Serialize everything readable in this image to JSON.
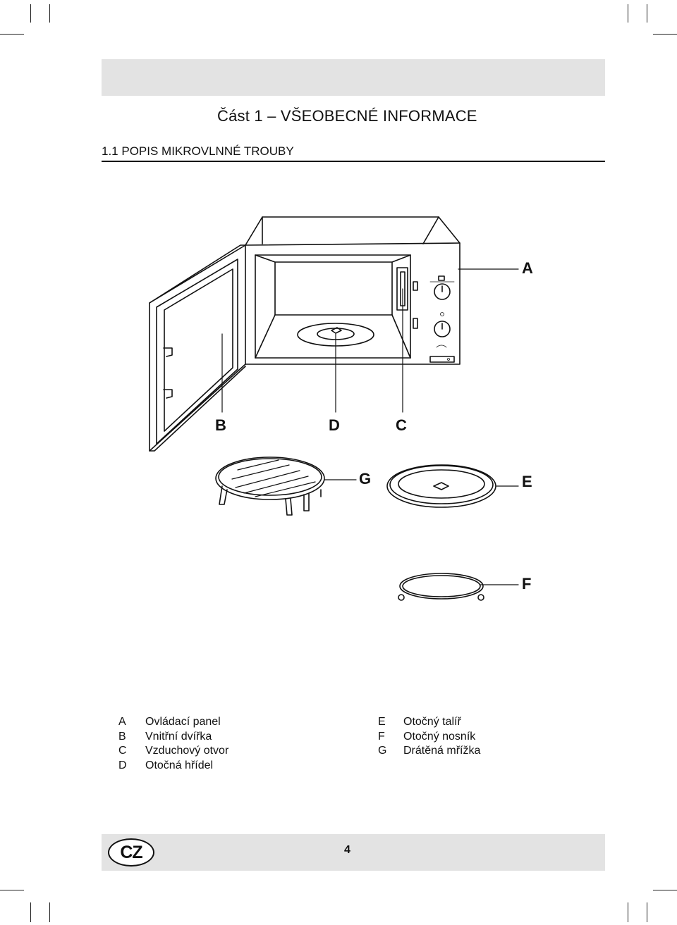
{
  "header": {
    "title": "Část 1 – VŠEOBECNÉ INFORMACE",
    "section": "1.1 POPIS MIKROVLNNÉ TROUBY"
  },
  "figure_labels": {
    "A": "A",
    "B": "B",
    "C": "C",
    "D": "D",
    "E": "E",
    "F": "F",
    "G": "G"
  },
  "legend": {
    "left": [
      {
        "key": "A",
        "text": "Ovládací panel"
      },
      {
        "key": "B",
        "text": "Vnitřní dvířka"
      },
      {
        "key": "C",
        "text": "Vzduchový otvor"
      },
      {
        "key": "D",
        "text": "Otočná hřídel"
      }
    ],
    "right": [
      {
        "key": "E",
        "text": "Otočný talíř"
      },
      {
        "key": "F",
        "text": "Otočný nosník"
      },
      {
        "key": "G",
        "text": "Drátěná mřížka"
      }
    ]
  },
  "footer": {
    "country": "CZ",
    "page_number": "4"
  },
  "colors": {
    "band": "#e3e3e3",
    "ink": "#111111"
  }
}
